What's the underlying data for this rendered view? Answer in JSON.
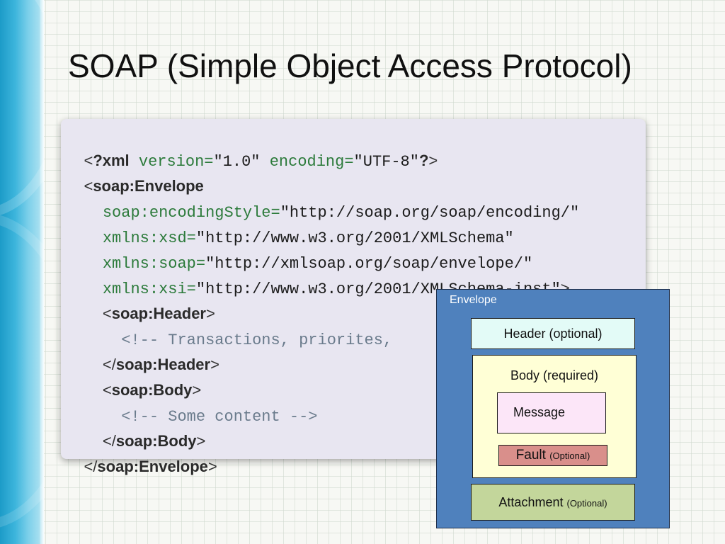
{
  "slide": {
    "title": "SOAP (Simple Object Access Protocol)"
  },
  "code": {
    "l1": {
      "open": "<",
      "q": "?xml",
      "attrs": " version=",
      "v1": "\"1.0\"",
      "attr2": " encoding=",
      "v2": "\"UTF-8\"",
      "q2": "?",
      "close": ">"
    },
    "l2": {
      "open": "<",
      "tag": "soap:Envelope"
    },
    "l3": {
      "attr": "  soap:encodingStyle=",
      "val": "\"http://soap.org/soap/encoding/\""
    },
    "l4": {
      "attr": "  xmlns:xsd=",
      "val": "\"http://www.w3.org/2001/XMLSchema\""
    },
    "l5": {
      "attr": "  xmlns:soap=",
      "val": "\"http://xmlsoap.org/soap/envelope/\""
    },
    "l6": {
      "attr": "  xmlns:xsi=",
      "val": "\"http://www.w3.org/2001/XMLSchema-inst\"",
      "close": ">"
    },
    "l7": {
      "indent": "  ",
      "open": "<",
      "tag": "soap:Header",
      "close": ">"
    },
    "l8": {
      "comment": "    <!-- Transactions, priorites,"
    },
    "l9": {
      "indent": "  ",
      "open": "</",
      "tag": "soap:Header",
      "close": ">"
    },
    "l10": {
      "indent": "  ",
      "open": "<",
      "tag": "soap:Body",
      "close": ">"
    },
    "l11": {
      "comment": "    <!-- Some content -->"
    },
    "l12": {
      "indent": "  ",
      "open": "</",
      "tag": "soap:Body",
      "close": ">"
    },
    "l13": {
      "open": "</",
      "tag": "soap:Envelope",
      "close": ">"
    }
  },
  "diagram": {
    "envelope": "Envelope",
    "header": "Header (optional)",
    "body": "Body (required)",
    "message": "Message",
    "fault": "Fault",
    "fault_note": "(Optional)",
    "attachment": "Attachment",
    "attachment_note": "(Optional)"
  }
}
